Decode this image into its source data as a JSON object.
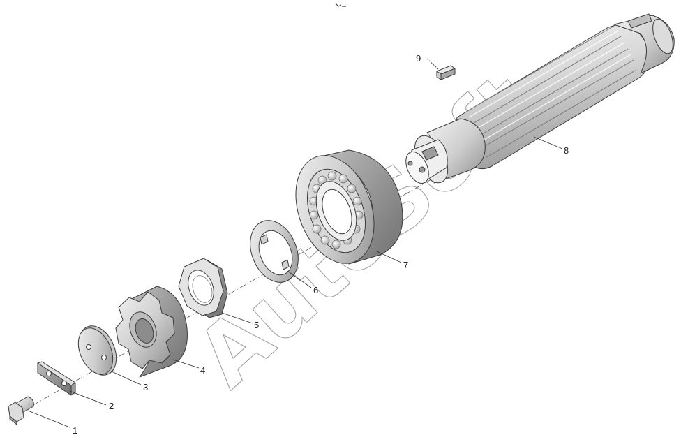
{
  "diagram": {
    "callouts": [
      {
        "id": "1",
        "text": "1"
      },
      {
        "id": "2",
        "text": "2"
      },
      {
        "id": "3",
        "text": "3"
      },
      {
        "id": "4",
        "text": "4"
      },
      {
        "id": "5",
        "text": "5"
      },
      {
        "id": "6",
        "text": "6"
      },
      {
        "id": "7",
        "text": "7"
      },
      {
        "id": "8",
        "text": "8"
      },
      {
        "id": "9",
        "text": "9"
      }
    ],
    "watermark": "AutoSoft"
  }
}
